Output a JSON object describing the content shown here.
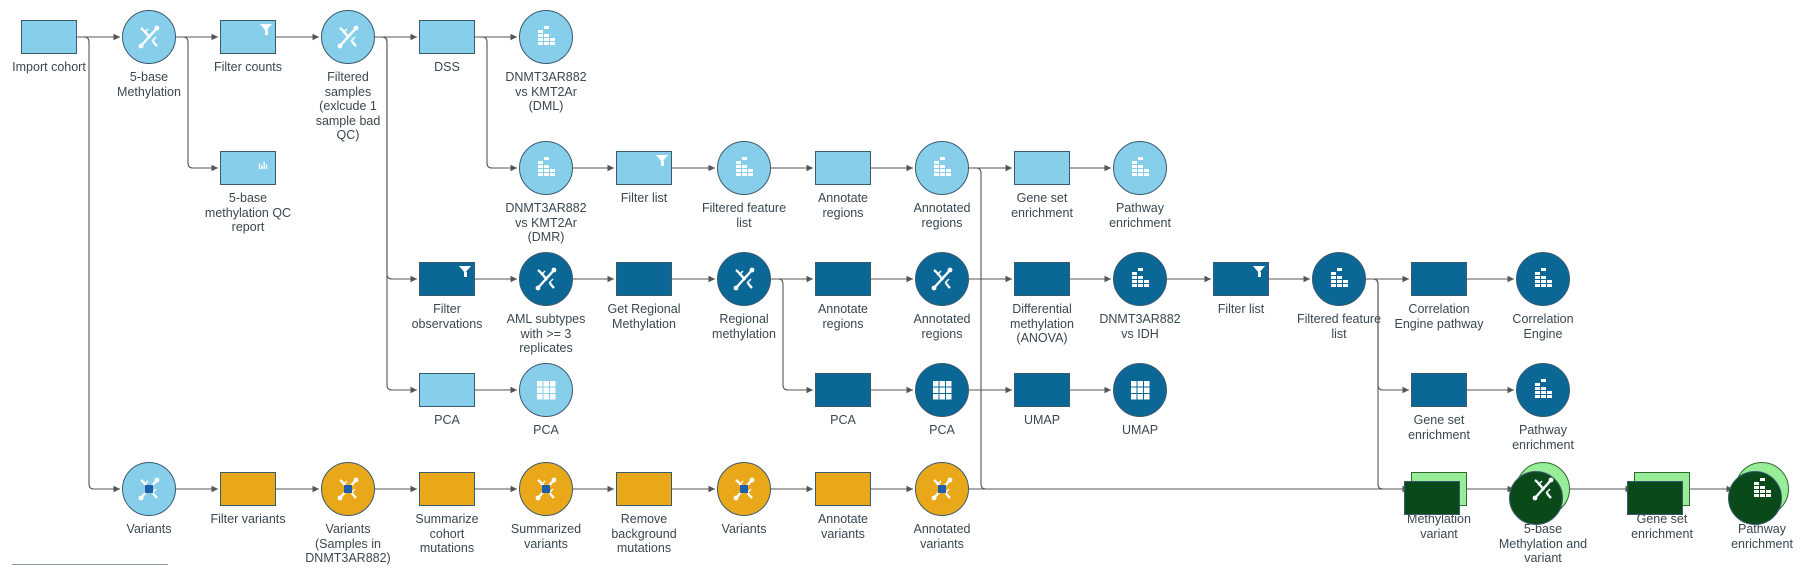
{
  "palette": {
    "light": "#87CEEB",
    "dark": "#0B6796",
    "orange": "#E8A81A",
    "green_light": "#98EE98",
    "green_dark": "#0A4A1A",
    "edge": "#555555"
  },
  "nodes": [
    {
      "id": "import",
      "kind": "task",
      "color": "light",
      "icon": "none",
      "label": "Import cohort"
    },
    {
      "id": "meth5",
      "kind": "data",
      "color": "light",
      "icon": "dna-icon",
      "label": "5-base\nMethylation"
    },
    {
      "id": "filtercounts",
      "kind": "task",
      "color": "light",
      "icon": "filter-icon",
      "label": "Filter counts"
    },
    {
      "id": "filtsamples",
      "kind": "data",
      "color": "light",
      "icon": "dna-icon",
      "label": "Filtered\nsamples\n(exlcude 1\nsample bad\nQC)"
    },
    {
      "id": "qcreport",
      "kind": "task",
      "color": "light",
      "icon": "bar-chart-icon",
      "label": "5-base\nmethylation QC\nreport"
    },
    {
      "id": "dss",
      "kind": "task",
      "color": "light",
      "icon": "none",
      "label": "DSS"
    },
    {
      "id": "dml",
      "kind": "data",
      "color": "light",
      "icon": "table-icon",
      "label": "DNMT3AR882\nvs KMT2Ar\n(DML)"
    },
    {
      "id": "dmr",
      "kind": "data",
      "color": "light",
      "icon": "table-icon",
      "label": "DNMT3AR882\nvs KMT2Ar\n(DMR)"
    },
    {
      "id": "filterlist1",
      "kind": "task",
      "color": "light",
      "icon": "filter-icon",
      "label": "Filter list"
    },
    {
      "id": "ffl1",
      "kind": "data",
      "color": "light",
      "icon": "table-icon",
      "label": "Filtered feature\nlist"
    },
    {
      "id": "annreg1",
      "kind": "task",
      "color": "light",
      "icon": "none",
      "label": "Annotate\nregions"
    },
    {
      "id": "annregd1",
      "kind": "data",
      "color": "light",
      "icon": "table-icon",
      "label": "Annotated\nregions"
    },
    {
      "id": "gse1",
      "kind": "task",
      "color": "light",
      "icon": "none",
      "label": "Gene set\nenrichment"
    },
    {
      "id": "pe1",
      "kind": "data",
      "color": "light",
      "icon": "table-icon",
      "label": "Pathway\nenrichment"
    },
    {
      "id": "filterobs",
      "kind": "task",
      "color": "dark",
      "icon": "filter-icon",
      "label": "Filter\nobservations"
    },
    {
      "id": "aml",
      "kind": "data",
      "color": "dark",
      "icon": "dna-icon",
      "label": "AML subtypes\nwith >= 3\nreplicates"
    },
    {
      "id": "getreg",
      "kind": "task",
      "color": "dark",
      "icon": "none",
      "label": "Get Regional\nMethylation"
    },
    {
      "id": "regmeth",
      "kind": "data",
      "color": "dark",
      "icon": "dna-icon",
      "label": "Regional\nmethylation"
    },
    {
      "id": "annreg2",
      "kind": "task",
      "color": "dark",
      "icon": "none",
      "label": "Annotate\nregions"
    },
    {
      "id": "annregd2",
      "kind": "data",
      "color": "dark",
      "icon": "dna-icon",
      "label": "Annotated\nregions"
    },
    {
      "id": "anova",
      "kind": "task",
      "color": "dark",
      "icon": "none",
      "label": "Differential\nmethylation\n(ANOVA)"
    },
    {
      "id": "idh",
      "kind": "data",
      "color": "dark",
      "icon": "table-icon",
      "label": "DNMT3AR882\nvs IDH"
    },
    {
      "id": "filterlist2",
      "kind": "task",
      "color": "dark",
      "icon": "filter-icon",
      "label": "Filter list"
    },
    {
      "id": "ffl2",
      "kind": "data",
      "color": "dark",
      "icon": "table-icon",
      "label": "Filtered feature\nlist"
    },
    {
      "id": "corrpath",
      "kind": "task",
      "color": "dark",
      "icon": "none",
      "label": "Correlation\nEngine pathway"
    },
    {
      "id": "corr",
      "kind": "data",
      "color": "dark",
      "icon": "table-icon",
      "label": "Correlation\nEngine"
    },
    {
      "id": "gse2",
      "kind": "task",
      "color": "dark",
      "icon": "none",
      "label": "Gene set\nenrichment"
    },
    {
      "id": "pe2",
      "kind": "data",
      "color": "dark",
      "icon": "table-icon",
      "label": "Pathway\nenrichment"
    },
    {
      "id": "pca1",
      "kind": "task",
      "color": "light",
      "icon": "none",
      "label": "PCA"
    },
    {
      "id": "pcad1",
      "kind": "data",
      "color": "light",
      "icon": "grid-icon",
      "label": "PCA"
    },
    {
      "id": "pca2",
      "kind": "task",
      "color": "dark",
      "icon": "none",
      "label": "PCA"
    },
    {
      "id": "pcad2",
      "kind": "data",
      "color": "dark",
      "icon": "grid-icon",
      "label": "PCA"
    },
    {
      "id": "umap",
      "kind": "task",
      "color": "dark",
      "icon": "none",
      "label": "UMAP"
    },
    {
      "id": "umapd",
      "kind": "data",
      "color": "dark",
      "icon": "grid-icon",
      "label": "UMAP"
    },
    {
      "id": "variants0",
      "kind": "data",
      "color": "light",
      "icon": "variant-dna-icon",
      "label": "Variants"
    },
    {
      "id": "filtervar",
      "kind": "task",
      "color": "orange",
      "icon": "none",
      "label": "Filter variants"
    },
    {
      "id": "varsamp",
      "kind": "data",
      "color": "orange",
      "icon": "variant-dna-icon",
      "label": "Variants\n(Samples in\nDNMT3AR882)"
    },
    {
      "id": "summcoh",
      "kind": "task",
      "color": "orange",
      "icon": "none",
      "label": "Summarize\ncohort\nmutations"
    },
    {
      "id": "summvar",
      "kind": "data",
      "color": "orange",
      "icon": "variant-dna-icon",
      "label": "Summarized\nvariants"
    },
    {
      "id": "rembg",
      "kind": "task",
      "color": "orange",
      "icon": "none",
      "label": "Remove\nbackground\nmutations"
    },
    {
      "id": "variants2",
      "kind": "data",
      "color": "orange",
      "icon": "variant-dna-icon",
      "label": "Variants"
    },
    {
      "id": "annvar",
      "kind": "task",
      "color": "orange",
      "icon": "none",
      "label": "Annotate\nvariants"
    },
    {
      "id": "annvard",
      "kind": "data",
      "color": "orange",
      "icon": "variant-dna-icon",
      "label": "Annotated\nvariants"
    },
    {
      "id": "methvar",
      "kind": "task",
      "color": "green",
      "icon": "none",
      "label": "Methylation\nvariant"
    },
    {
      "id": "meth5var",
      "kind": "data",
      "color": "green",
      "icon": "dna-icon",
      "label": "5-base\nMethylation and\nvariant"
    },
    {
      "id": "gse3",
      "kind": "task",
      "color": "green",
      "icon": "none",
      "label": "Gene set\nenrichment"
    },
    {
      "id": "pe3",
      "kind": "data",
      "color": "green",
      "icon": "table-icon",
      "label": "Pathway\nenrichment"
    }
  ],
  "edges": [
    [
      "import",
      "meth5"
    ],
    [
      "meth5",
      "filtercounts"
    ],
    [
      "meth5",
      "qcreport"
    ],
    [
      "filtercounts",
      "filtsamples"
    ],
    [
      "filtsamples",
      "dss"
    ],
    [
      "dss",
      "dml"
    ],
    [
      "dss",
      "dmr"
    ],
    [
      "dmr",
      "filterlist1"
    ],
    [
      "filterlist1",
      "ffl1"
    ],
    [
      "ffl1",
      "annreg1"
    ],
    [
      "annreg1",
      "annregd1"
    ],
    [
      "annregd1",
      "gse1"
    ],
    [
      "gse1",
      "pe1"
    ],
    [
      "filtsamples",
      "filterobs"
    ],
    [
      "filterobs",
      "aml"
    ],
    [
      "aml",
      "getreg"
    ],
    [
      "getreg",
      "regmeth"
    ],
    [
      "regmeth",
      "annreg2"
    ],
    [
      "annreg2",
      "annregd2"
    ],
    [
      "annregd2",
      "anova"
    ],
    [
      "anova",
      "idh"
    ],
    [
      "idh",
      "filterlist2"
    ],
    [
      "filterlist2",
      "ffl2"
    ],
    [
      "ffl2",
      "corrpath"
    ],
    [
      "corrpath",
      "corr"
    ],
    [
      "ffl2",
      "gse2"
    ],
    [
      "gse2",
      "pe2"
    ],
    [
      "filtsamples",
      "pca1"
    ],
    [
      "pca1",
      "pcad1"
    ],
    [
      "regmeth",
      "pca2"
    ],
    [
      "pca2",
      "pcad2"
    ],
    [
      "pcad2",
      "umap"
    ],
    [
      "umap",
      "umapd"
    ],
    [
      "import",
      "variants0"
    ],
    [
      "variants0",
      "filtervar"
    ],
    [
      "filtervar",
      "varsamp"
    ],
    [
      "varsamp",
      "summcoh"
    ],
    [
      "summcoh",
      "summvar"
    ],
    [
      "summvar",
      "rembg"
    ],
    [
      "rembg",
      "variants2"
    ],
    [
      "variants2",
      "annvar"
    ],
    [
      "annvar",
      "annvard"
    ],
    [
      "annvard",
      "methvar"
    ],
    [
      "annregd1",
      "methvar"
    ],
    [
      "ffl2",
      "methvar"
    ],
    [
      "methvar",
      "meth5var"
    ],
    [
      "meth5var",
      "gse3"
    ],
    [
      "gse3",
      "pe3"
    ]
  ]
}
